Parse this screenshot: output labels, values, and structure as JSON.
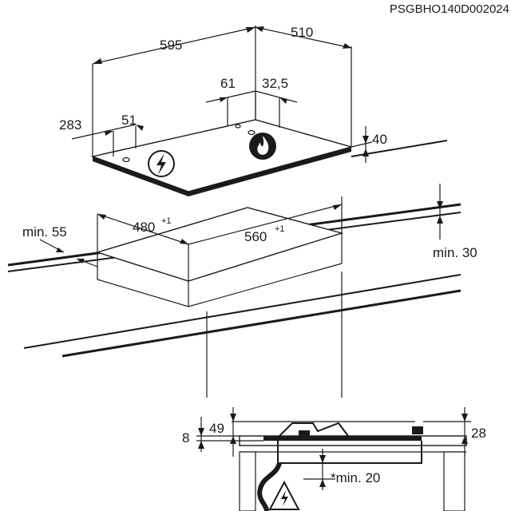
{
  "document_code": "PSGBHO140D002024",
  "dimensions": {
    "width": "595",
    "depth": "510",
    "offset_front": "283",
    "offset_side": "51",
    "conn_a": "61",
    "conn_b": "32,5",
    "hob_height": "40",
    "cutout_depth": "480",
    "cutout_depth_tol": "+1",
    "cutout_width": "560",
    "cutout_width_tol": "+1",
    "min_edge": "min. 55",
    "min_wall": "min. 30",
    "side_8": "8",
    "side_49": "49",
    "side_28": "28",
    "below_min": "*min. 20"
  },
  "icons": [
    "electric-hazard-icon",
    "gas-flame-icon",
    "electric-warning-triangle-icon"
  ],
  "colors": {
    "line": "#1a1a1a",
    "background": "#ffffff"
  }
}
